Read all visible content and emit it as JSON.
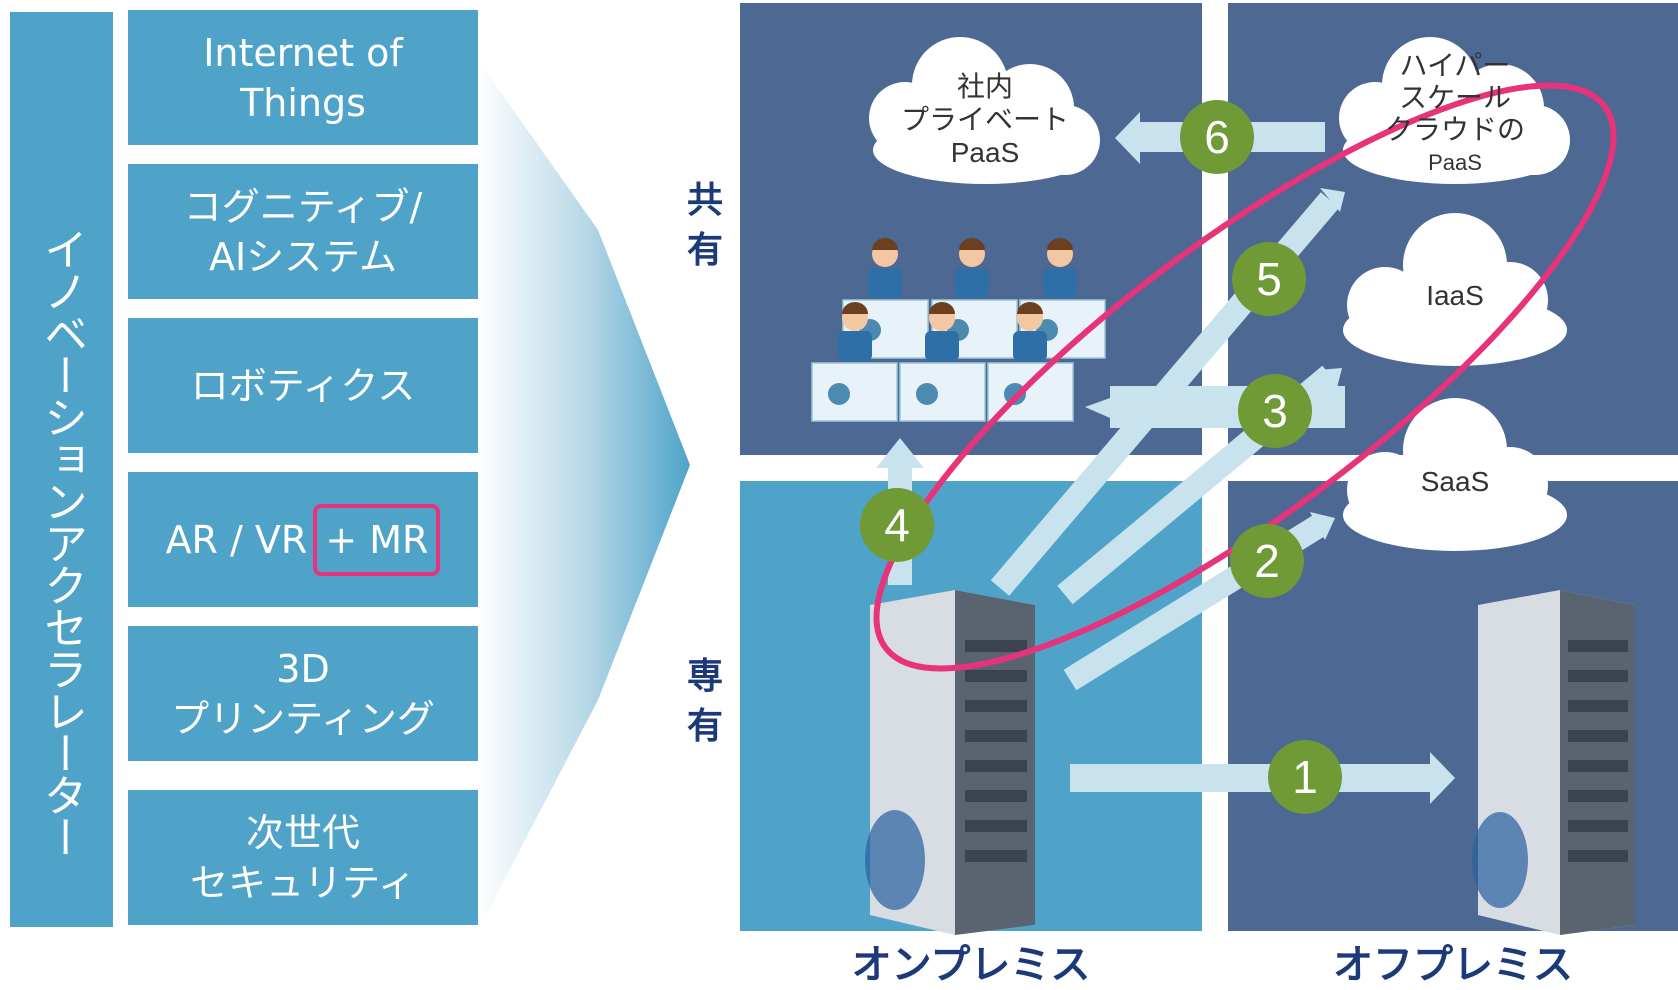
{
  "sidebar": {
    "vertical_title": "イノベーションアクセラレーター",
    "tiles": [
      {
        "label": "Internet of\nThings"
      },
      {
        "label": "コグニティブ/\nAIシステム"
      },
      {
        "label": "ロボティクス"
      },
      {
        "label": "AR / VR",
        "highlight": "+ MR"
      },
      {
        "label": "3D\nプリンティング"
      },
      {
        "label": "次世代\nセキュリティ"
      }
    ]
  },
  "axes": {
    "shared": "共\n有",
    "dedicated": "専\n有",
    "on_premises": "オンプレミス",
    "off_premises": "オフプレミス"
  },
  "clouds": {
    "private_paas": "社内\nプライベート\nPaaS",
    "hyperscale_paas_a": "ハイパー\nスケール\nクラウドの",
    "hyperscale_paas_b": "PaaS",
    "iaas": "IaaS",
    "saas": "SaaS"
  },
  "numbers": [
    "1",
    "2",
    "3",
    "4",
    "5",
    "6"
  ],
  "colors": {
    "tile_blue": "#4fa3c9",
    "quad_dark": "#4d6893",
    "quad_light": "#4fa3c9",
    "badge_green": "#6f9a36",
    "highlight_pink": "#e6337a",
    "axis_navy": "#1d3a78",
    "arrow_light": "#c8e3ee"
  }
}
